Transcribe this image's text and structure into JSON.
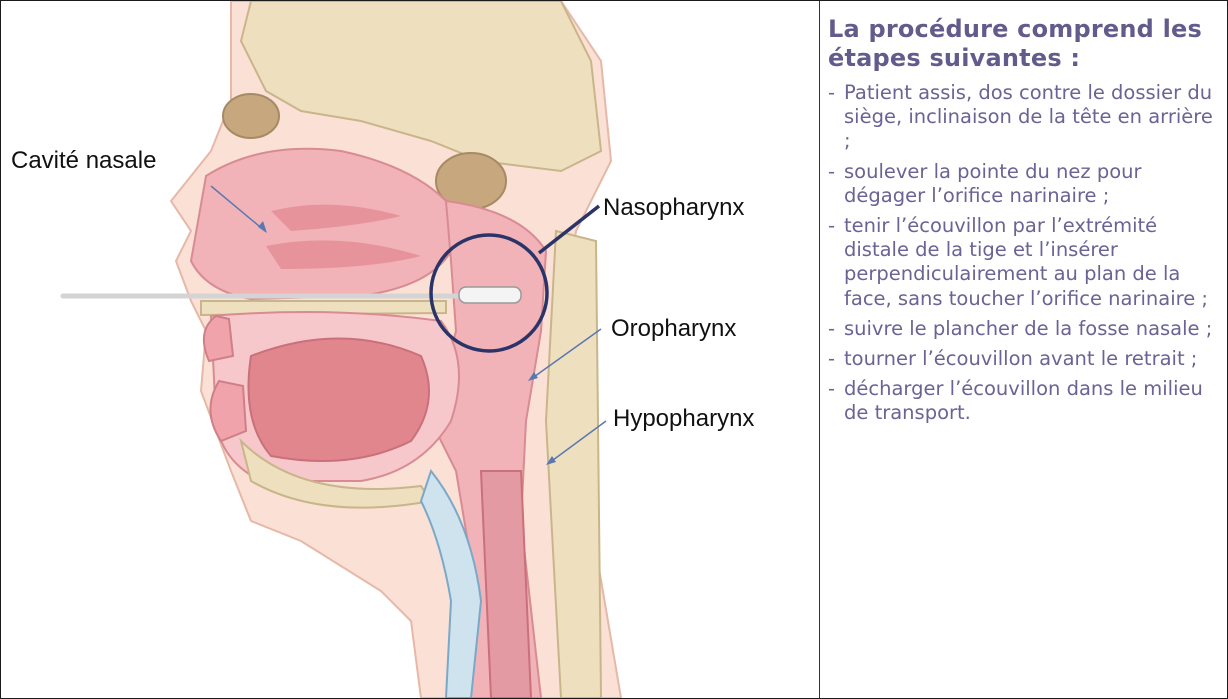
{
  "labels": {
    "nasal_cavity": "Cavité nasale",
    "nasopharynx": "Nasopharynx",
    "oropharynx": "Oropharynx",
    "hypopharynx": "Hypopharynx"
  },
  "procedure": {
    "title": "La procédure comprend les étapes suivantes :",
    "steps": [
      "Patient assis, dos contre le dossier du siège, inclinaison de la tête en arrière ;",
      "soulever la pointe du nez pour dégager l’orifice narinaire ;",
      "tenir l’écouvillon par l’extrémité distale de la tige et l’insérer perpendiculairement au plan de la face, sans toucher l’orifice narinaire ;",
      "suivre le plancher de la fosse nasale ;",
      "tourner l’écouvillon avant le retrait ;",
      "décharger l’écouvillon dans le milieu de transport."
    ],
    "bullet": "-"
  },
  "colors": {
    "panel_text": "#6a6394",
    "circle": "#2a3468",
    "tissue_pink": "#f1b3b8",
    "tissue_deep": "#e2868e",
    "bone": "#eee0bf"
  }
}
